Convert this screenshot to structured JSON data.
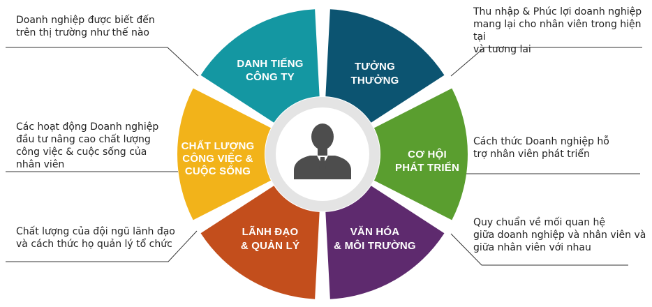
{
  "segments": [
    {
      "key": "reputation",
      "label_lines": [
        "DANH TIẾNG",
        "CÔNG TY"
      ],
      "color": "#1497a2",
      "description": "Doanh nghiệp được biết đến\ntrên thị trường như  thế nào"
    },
    {
      "key": "rewards",
      "label_lines": [
        "TƯỞNG",
        "THƯỞNG"
      ],
      "color": "#0c5471",
      "description": "Thu nhập & Phúc lợi doanh nghiệp\nmang lại cho nhân viên trong hiện tại\nvà tương lai"
    },
    {
      "key": "opportunity",
      "label_lines": [
        "CƠ HỘI",
        "PHÁT TRIỂN"
      ],
      "color": "#5a9e2f",
      "description": "Cách thức Doanh nghiệp hỗ\ntrợ nhân viên phát triển"
    },
    {
      "key": "culture",
      "label_lines": [
        "VĂN HÓA",
        "& MÔI TRƯỜNG"
      ],
      "color": "#5e2a6e",
      "description": "Quy chuẩn về mối quan hệ\ngiữa doanh nghiệp và nhân viên và\ngiữa nhân viên với nhau"
    },
    {
      "key": "leadership",
      "label_lines": [
        "LÃNH ĐẠO",
        "& QUẢN LÝ"
      ],
      "color": "#c34e1c",
      "description": "Chất lượng của đội ngũ lãnh đạo\nvà cách thức họ quản lý tổ chức"
    },
    {
      "key": "quality",
      "label_lines": [
        "CHẤT LƯỢNG",
        "CÔNG VIỆC &",
        "CUỘC SỐNG"
      ],
      "color": "#f2b31a",
      "description": "Các hoạt động Doanh nghiệp\nđầu tư nâng cao chất lượng\ncông việc & cuộc sống của\nnhân viên"
    }
  ],
  "colors": {
    "center_ring": "#e4e4e4",
    "center_fill": "#ffffff",
    "person": "#4d4d4d",
    "leader_line": "#333333"
  },
  "center_icon": "business-person-icon"
}
